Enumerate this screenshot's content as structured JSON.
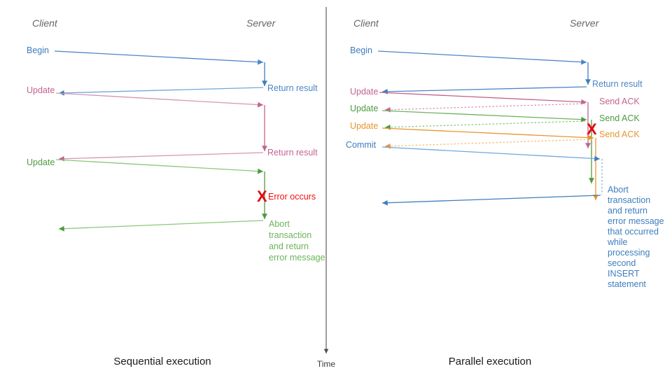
{
  "diagram": {
    "title_colors": {
      "blue": "#4a86c8",
      "blue_dark": "#3d7ebd",
      "pink": "#c2638e",
      "pink_light": "#d596b4",
      "green": "#4e9a3f",
      "green_light": "#8cc77a",
      "orange": "#e8952e",
      "orange_light": "#f5bd70",
      "red": "#f01010",
      "gray": "#666666",
      "axis": "#4d4d4d"
    },
    "time_axis": {
      "label": "Time"
    },
    "panels": [
      {
        "id": "sequential",
        "caption": "Sequential execution",
        "client_header": "Client",
        "server_header": "Server",
        "messages": [
          {
            "label": "Begin",
            "color": "blue",
            "side": "client"
          },
          {
            "label": "Return result",
            "color": "blue",
            "side": "server"
          },
          {
            "label": "Update",
            "color": "pink",
            "side": "client"
          },
          {
            "label": "Return result",
            "color": "pink",
            "side": "server"
          },
          {
            "label": "Update",
            "color": "green",
            "side": "client"
          }
        ],
        "error": {
          "marker": "X",
          "label": "Error occurs"
        },
        "note": {
          "color": "green",
          "lines": [
            "Abort",
            "transaction",
            "and return",
            "error message"
          ]
        }
      },
      {
        "id": "parallel",
        "caption": "Parallel execution",
        "client_header": "Client",
        "server_header": "Server",
        "messages": [
          {
            "label": "Begin",
            "color": "blue",
            "side": "client"
          },
          {
            "label": "Return result",
            "color": "blue",
            "side": "server"
          },
          {
            "label": "Update",
            "color": "pink",
            "side": "client"
          },
          {
            "label": "Send ACK",
            "color": "pink",
            "side": "server"
          },
          {
            "label": "Update",
            "color": "green",
            "side": "client"
          },
          {
            "label": "Send ACK",
            "color": "green",
            "side": "server"
          },
          {
            "label": "Update",
            "color": "orange",
            "side": "client"
          },
          {
            "label": "Send ACK",
            "color": "orange",
            "side": "server"
          },
          {
            "label": "Commit",
            "color": "blue",
            "side": "client"
          }
        ],
        "error": {
          "marker": "X",
          "label": ""
        },
        "note": {
          "color": "blue",
          "lines": [
            "Abort",
            "transaction",
            "and return",
            "error message",
            "that occurred",
            "while",
            "processing",
            "second",
            "INSERT",
            "statement"
          ]
        }
      }
    ]
  }
}
